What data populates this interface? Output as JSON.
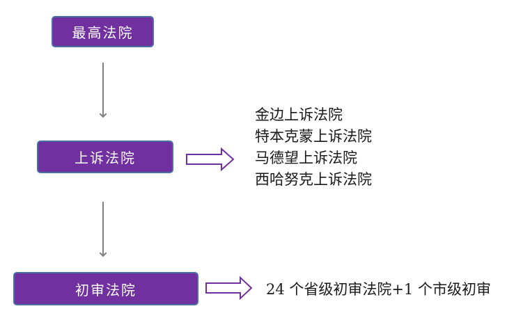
{
  "nodes": {
    "supreme": "最高法院",
    "appeal": "上诉法院",
    "trial": "初审法院"
  },
  "appeal_courts": [
    "金边上诉法院",
    "特本克蒙上诉法院",
    "马德望上诉法院",
    "西哈努克上诉法院"
  ],
  "trial_note": "24 个省级初审法院+1 个市级初审",
  "colors": {
    "node_fill": "#7030a0",
    "node_border": "#4a6fa5",
    "arrow": "#808080",
    "outline_arrow": "#7030a0"
  }
}
